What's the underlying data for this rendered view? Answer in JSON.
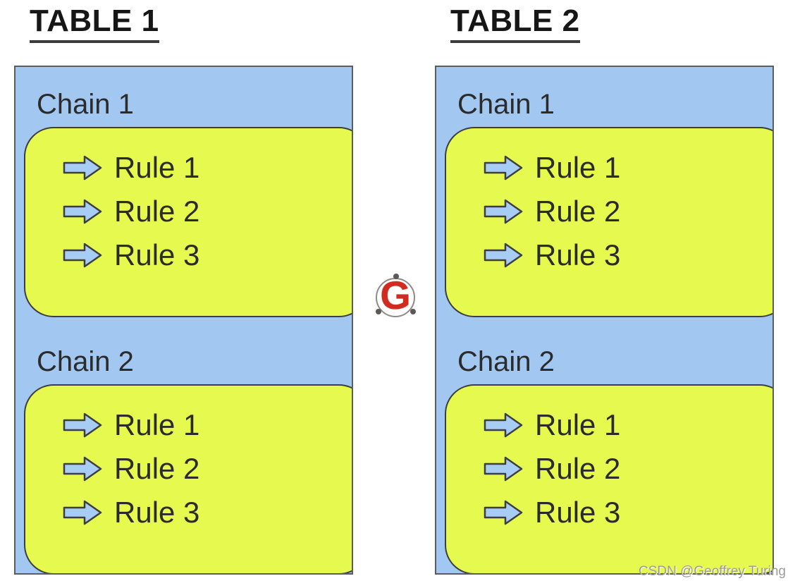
{
  "diagram": {
    "tables": [
      {
        "title": "TABLE 1",
        "chains": [
          {
            "label": "Chain 1",
            "rules": [
              "Rule 1",
              "Rule 2",
              "Rule 3"
            ]
          },
          {
            "label": "Chain 2",
            "rules": [
              "Rule 1",
              "Rule 2",
              "Rule 3"
            ]
          }
        ]
      },
      {
        "title": "TABLE 2",
        "chains": [
          {
            "label": "Chain 1",
            "rules": [
              "Rule 1",
              "Rule 2",
              "Rule 3"
            ]
          },
          {
            "label": "Chain 2",
            "rules": [
              "Rule 1",
              "Rule 2",
              "Rule 3"
            ]
          }
        ]
      }
    ],
    "logo": {
      "letter": "G"
    },
    "watermark": "CSDN @Geoffrey Turing"
  },
  "colors": {
    "table_fill": "#a2c7f0",
    "table_border": "#5a5c60",
    "rules_fill": "#e6f94e",
    "rules_border": "#3c3e40",
    "arrow_fill": "#a8cdf4",
    "text": "#2b2b2b",
    "logo_red": "#cf2b21",
    "watermark_gray": "#9c9c9c"
  }
}
